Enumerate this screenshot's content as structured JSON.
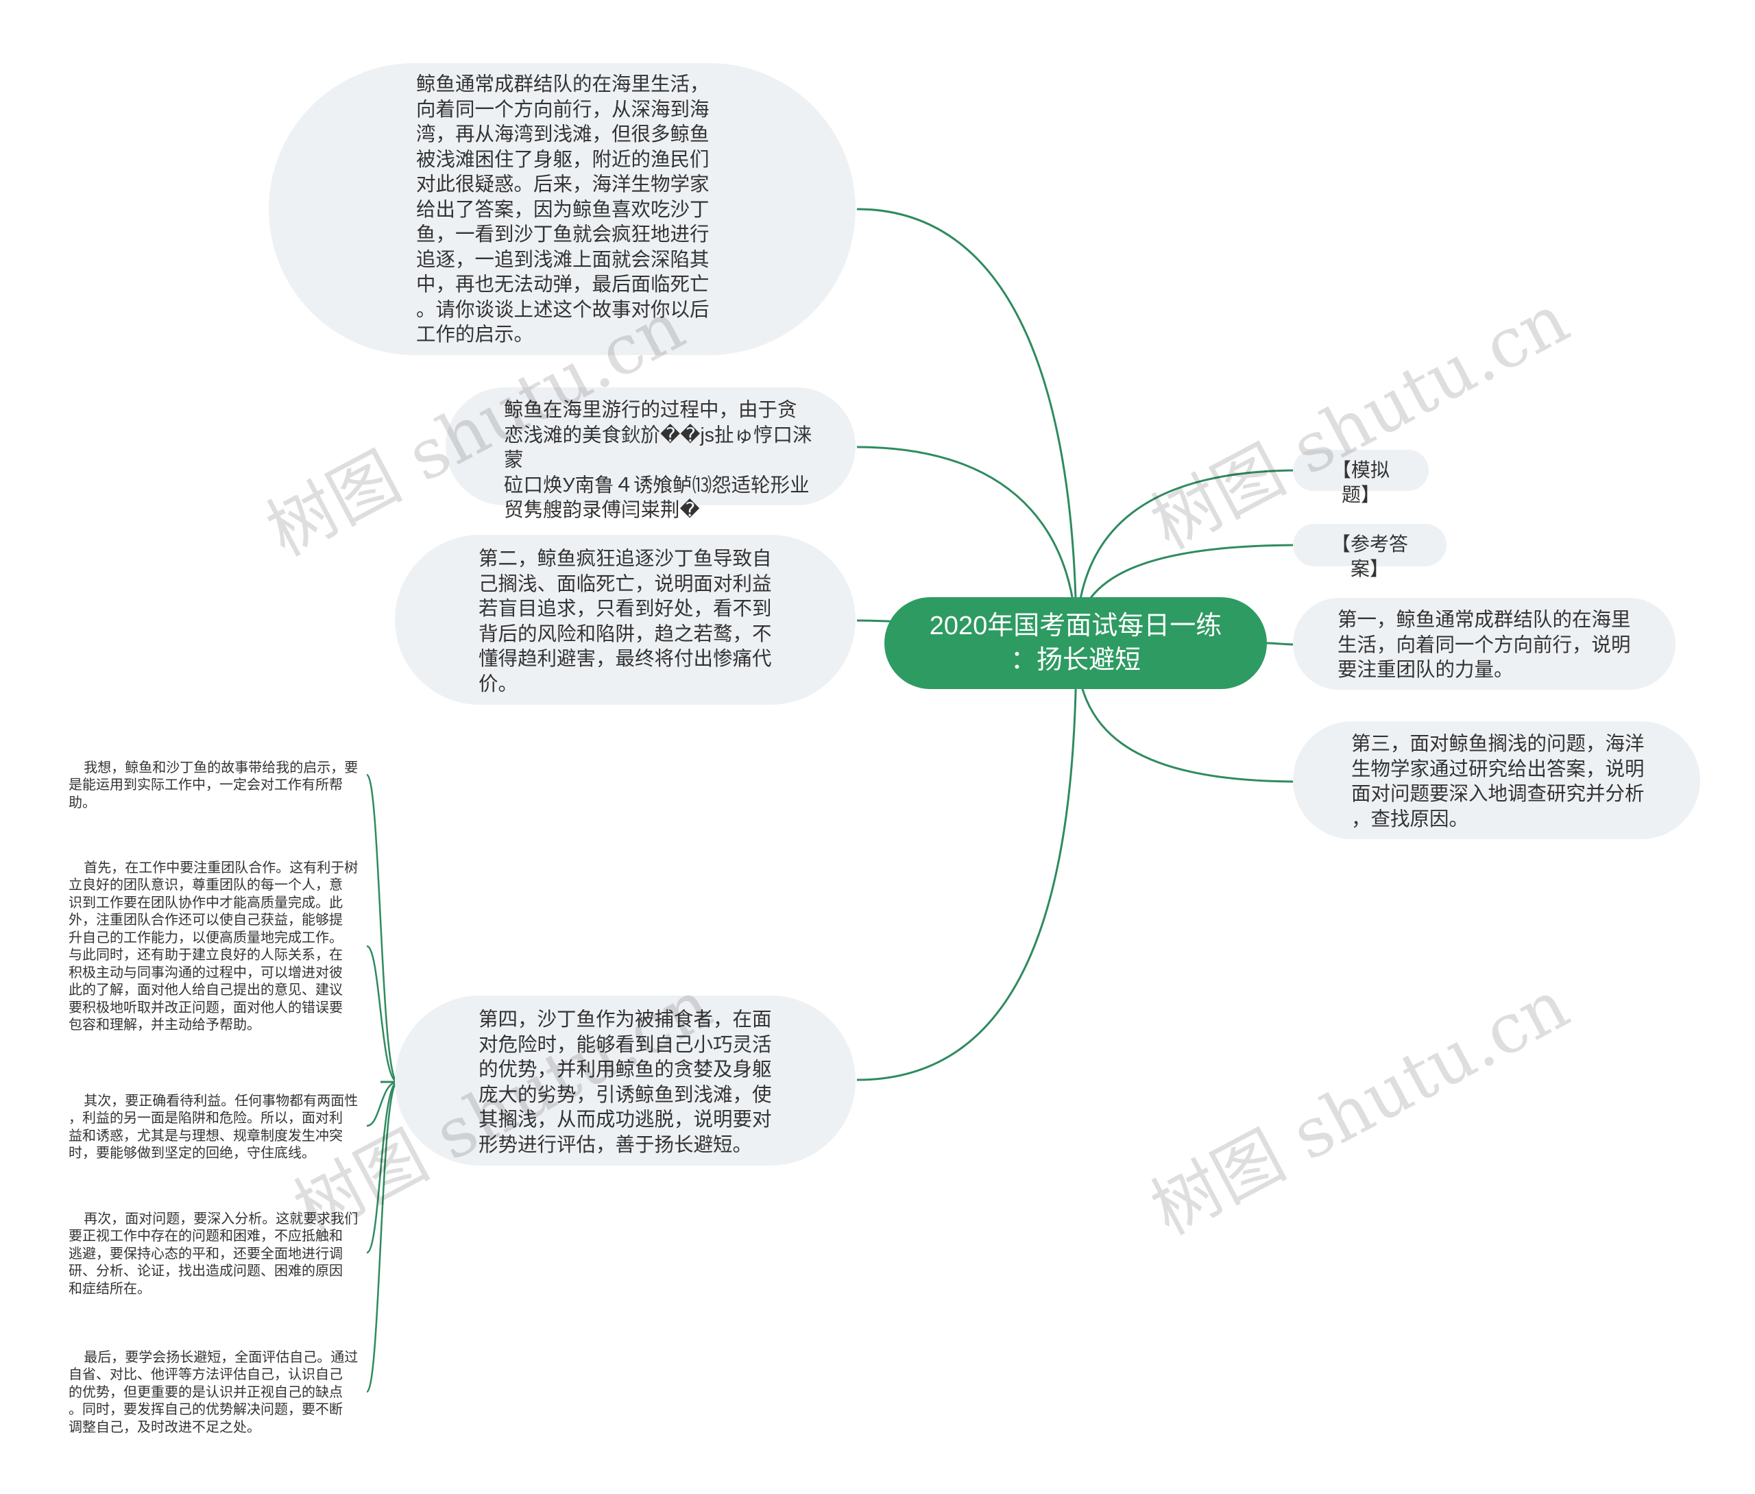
{
  "center": {
    "title": "2020年国考面试每日一练\n：扬长避短"
  },
  "left_nodes": [
    {
      "id": "question",
      "text": "鲸鱼通常成群结队的在海里生活，\n向着同一个方向前行，从深海到海\n湾，再从海湾到浅滩，但很多鲸鱼\n被浅滩困住了身躯，附近的渔民们\n对此很疑惑。后来，海洋生物学家\n给出了答案，因为鲸鱼喜欢吃沙丁\n鱼，一看到沙丁鱼就会疯狂地进行\n追逐，一追到浅滩上面就会深陷其\n中，再也无法动弹，最后面临死亡\n。请你谈谈上述这个故事对你以后\n工作的启示。"
    },
    {
      "id": "garbled",
      "text": "鲸鱼在海里游行的过程中，由于贪\n恋浅滩的美食鈥斺��js扯ゅ悙口涞蒙\n砬口焕У南鲁４诱飧鲈⒀怨适轮形业\n贸隽艘韵录傅闫粜荆�"
    },
    {
      "id": "second",
      "text": "第二，鲸鱼疯狂追逐沙丁鱼导致自\n己搁浅、面临死亡，说明面对利益\n若盲目追求，只看到好处，看不到\n背后的风险和陷阱，趋之若鹜，不\n懂得趋利避害，最终将付出惨痛代\n价。"
    },
    {
      "id": "fourth",
      "text": "第四，沙丁鱼作为被捕食者，在面\n对危险时，能够看到自己小巧灵活\n的优势，并利用鲸鱼的贪婪及身躯\n庞大的劣势，引诱鲸鱼到浅滩，使\n其搁浅，从而成功逃脱，说明要对\n形势进行评估，善于扬长避短。"
    }
  ],
  "right_nodes": [
    {
      "id": "mock",
      "text": "【模拟题】"
    },
    {
      "id": "answer",
      "text": "【参考答案】"
    },
    {
      "id": "first",
      "text": "第一，鲸鱼通常成群结队的在海里\n生活，向着同一个方向前行，说明\n要注重团队的力量。"
    },
    {
      "id": "third",
      "text": "第三，面对鲸鱼搁浅的问题，海洋\n生物学家通过研究给出答案，说明\n面对问题要深入地调查研究并分析\n，查找原因。"
    }
  ],
  "sub_nodes": [
    {
      "id": "intro",
      "text": "我想，鲸鱼和沙丁鱼的故事带给我的启示，要\n是能运用到实际工作中，一定会对工作有所帮\n助。"
    },
    {
      "id": "team",
      "text": "首先，在工作中要注重团队合作。这有利于树\n立良好的团队意识，尊重团队的每一个人，意\n识到工作要在团队协作中才能高质量完成。此\n外，注重团队合作还可以使自己获益，能够提\n升自己的工作能力，以便高质量地完成工作。\n与此同时，还有助于建立良好的人际关系，在\n积极主动与同事沟通的过程中，可以增进对彼\n此的了解，面对他人给自己提出的意见、建议\n要积极地听取并改正问题，面对他人的错误要\n包容和理解，并主动给予帮助。"
    },
    {
      "id": "interest",
      "text": "其次，要正确看待利益。任何事物都有两面性\n，利益的另一面是陷阱和危险。所以，面对利\n益和诱惑，尤其是与理想、规章制度发生冲突\n时，要能够做到坚定的回绝，守住底线。"
    },
    {
      "id": "analysis",
      "text": "再次，面对问题，要深入分析。这就要求我们\n要正视工作中存在的问题和困难，不应抵触和\n逃避，要保持心态的平和，还要全面地进行调\n研、分析、论证，找出造成问题、困难的原因\n和症结所在。"
    },
    {
      "id": "strength",
      "text": "最后，要学会扬长避短，全面评估自己。通过\n自省、对比、他评等方法评估自己，认识自己\n的优势，但更重要的是认识并正视自己的缺点\n。同时，要发挥自己的优势解决问题，要不断\n调整自己，及时改进不足之处。"
    }
  ],
  "watermark": "树图 shutu.cn",
  "colors": {
    "accent": "#2e9b62",
    "edge": "#2e8b5e",
    "node_bg": "#eef1f4",
    "text": "#333333"
  }
}
